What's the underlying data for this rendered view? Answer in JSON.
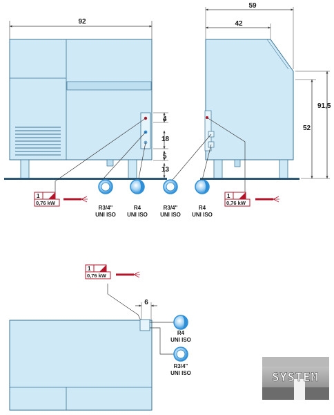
{
  "colors": {
    "body": "#cfe9f6",
    "body_stroke": "#3a7394",
    "panel": "#bddff0",
    "power_red": "#b4142a",
    "pipe_blue": "#2f8fd6",
    "floor": "#2d5673",
    "dim_line": "#3a3a3a",
    "logo_bg": "#9a9a9a"
  },
  "front_view": {
    "width_dim": "92",
    "dims_right": [
      "4",
      "18",
      "5",
      "13"
    ]
  },
  "side_view": {
    "depth_total": "59",
    "depth_body": "42",
    "height_total": "91,5",
    "height_body": "52"
  },
  "top_view": {
    "offset_dim": "6"
  },
  "power": {
    "phase": "1",
    "rating": "0,76 kW"
  },
  "connections": {
    "drain": {
      "size": "R3/4\"",
      "std": "UNI ISO"
    },
    "water_in": {
      "size": "R4",
      "std": "UNI ISO"
    }
  },
  "logo": {
    "text": "SYSTEM"
  }
}
